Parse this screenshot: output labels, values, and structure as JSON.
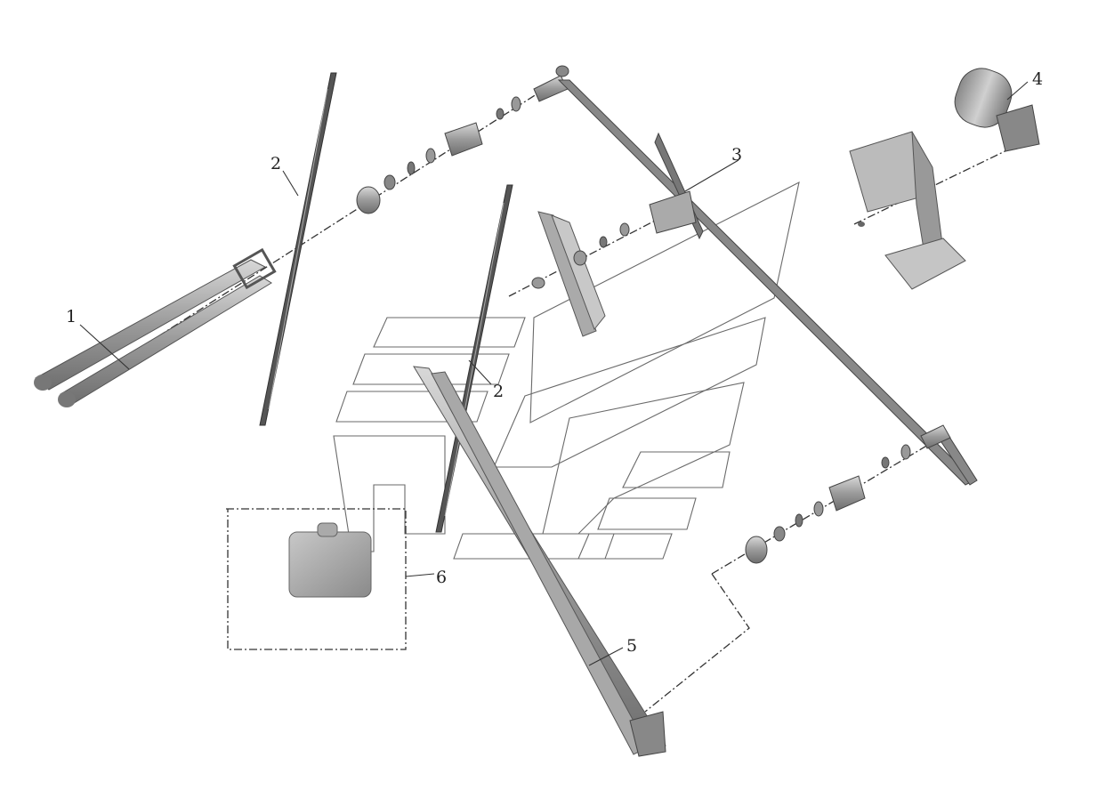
{
  "diagram": {
    "type": "exploded-parts-diagram",
    "callouts": [
      {
        "id": "c1",
        "text": "1"
      },
      {
        "id": "c2a",
        "text": "2"
      },
      {
        "id": "c2b",
        "text": "2"
      },
      {
        "id": "c3",
        "text": "3"
      },
      {
        "id": "c4",
        "text": "4"
      },
      {
        "id": "c5",
        "text": "5"
      },
      {
        "id": "c6",
        "text": "6"
      }
    ]
  }
}
